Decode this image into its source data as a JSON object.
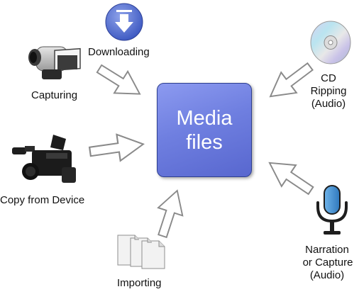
{
  "center": {
    "label": "Media\nfiles"
  },
  "sources": {
    "downloading": {
      "label": "Downloading",
      "icon": "download-arrow-icon"
    },
    "capturing": {
      "label": "Capturing",
      "icon": "camcorder-icon"
    },
    "copy_from_device": {
      "label": "Copy from Device",
      "icon": "pro-video-camera-icon"
    },
    "importing": {
      "label": "Importing",
      "icon": "documents-icon"
    },
    "cd_ripping": {
      "label_line1": "CD",
      "label_line2": "Ripping",
      "label_line3": "(Audio)",
      "icon": "cd-icon"
    },
    "narration": {
      "label_line1": "Narration",
      "label_line2": "or Capture",
      "label_line3": "(Audio)",
      "icon": "microphone-icon"
    }
  },
  "colors": {
    "box_fill": "#6f7fe0",
    "box_border": "#2e3f8f",
    "arrow_fill": "#ffffff",
    "arrow_stroke": "#8a8a8a"
  }
}
